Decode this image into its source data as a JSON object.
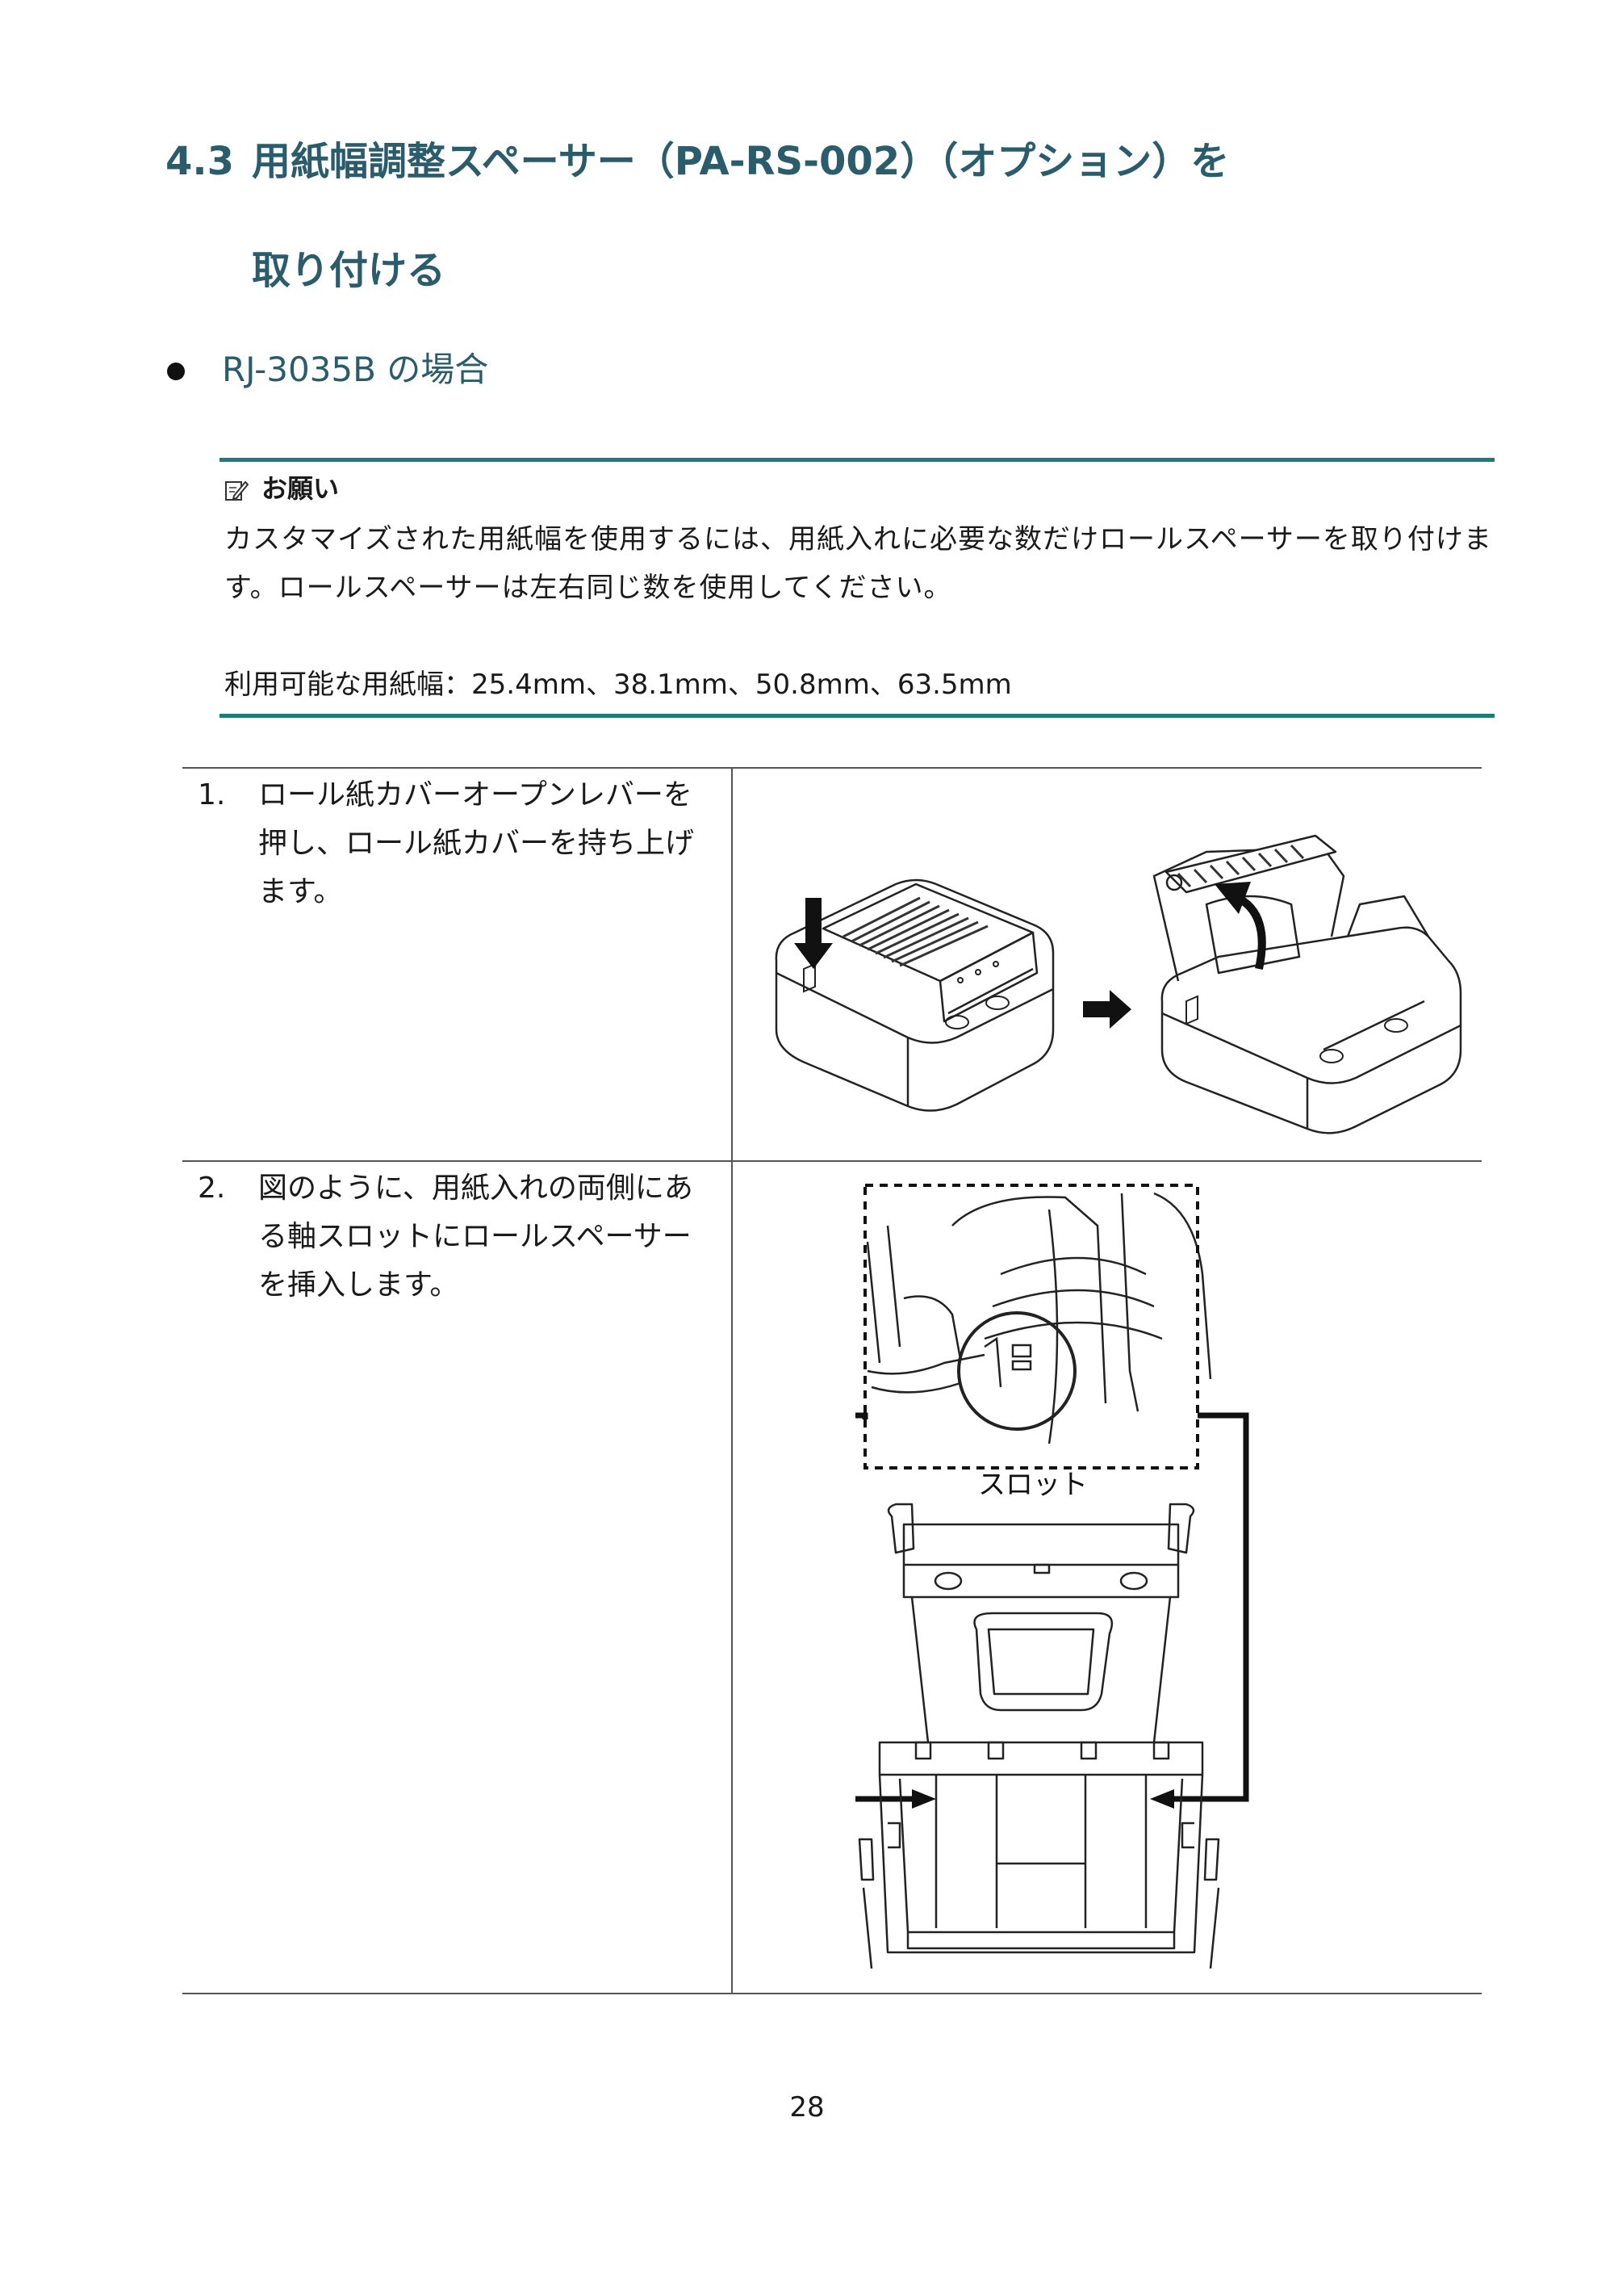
{
  "heading": {
    "number": "4.3",
    "line1": "用紙幅調整スペーサー（PA-RS-002）（オプション）を",
    "line2": "取り付ける"
  },
  "bullet": {
    "text": "RJ-3035B の場合"
  },
  "note": {
    "title": "お願い",
    "body": "カスタマイズされた用紙幅を使用するには、用紙入れに必要な数だけロールスペーサーを取り付けます。ロールスペーサーは左右同じ数を使用してください。",
    "widths": "利用可能な用紙幅：25.4mm、38.1mm、50.8mm、63.5mm"
  },
  "steps": [
    {
      "num": "1.",
      "text": "ロール紙カバーオープンレバーを押し、ロール紙カバーを持ち上げます。"
    },
    {
      "num": "2.",
      "text": "図のように、用紙入れの両側にある軸スロットにロールスペーサーを挿入します。"
    }
  ],
  "figure2": {
    "label": "スロット"
  },
  "page": {
    "number": "28"
  },
  "colors": {
    "heading": "#2b5c6b",
    "rule": "#1f7a7a"
  }
}
